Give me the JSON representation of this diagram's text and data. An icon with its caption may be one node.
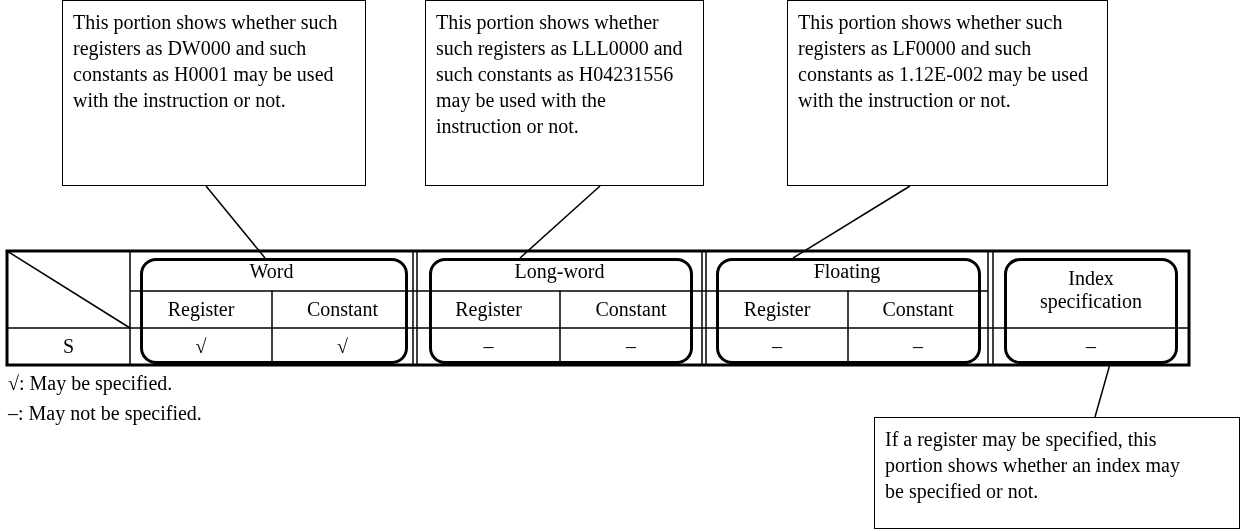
{
  "diagram": {
    "nodes": [
      {
        "text": [
          "This portion shows whether such registers as DW000 and such constants as H0001 may be used with the instruction or not."
        ]
      },
      {
        "text": [
          "This portion shows whether such registers as LLL0000 and such constants as H04231556 may be used with the instruction or not."
        ]
      },
      {
        "text": [
          "This portion shows whether such registers as LF0000 and such constants as 1.12E-002 may be used with the instruction or not."
        ]
      },
      {
        "text": [],
        "shape": "box"
      },
      {
        "text": [],
        "shape": "box"
      },
      {
        "text": [],
        "shape": "box"
      },
      {
        "text": [],
        "shape": "box"
      },
      {
        "text": [
          "If a register may be specified, this portion shows whether an index may be specified or not."
        ]
      }
    ],
    "edges": [
      {
        "from": 0,
        "to": 3,
        "arrow": "none"
      },
      {
        "from": 1,
        "to": 4,
        "arrow": "none"
      },
      {
        "from": 2,
        "to": 5,
        "arrow": "none"
      },
      {
        "from": 7,
        "to": 6,
        "arrow": "none"
      }
    ],
    "labels": [
      "Word",
      "Long-word",
      "Floating",
      "Index specification",
      "Register",
      "Constant",
      "Register",
      "Constant",
      "Register",
      "Constant",
      "S",
      "√",
      "√",
      "–",
      "–",
      "–",
      "–",
      "–",
      "√: May be specified.",
      "–: May not be specified."
    ]
  }
}
